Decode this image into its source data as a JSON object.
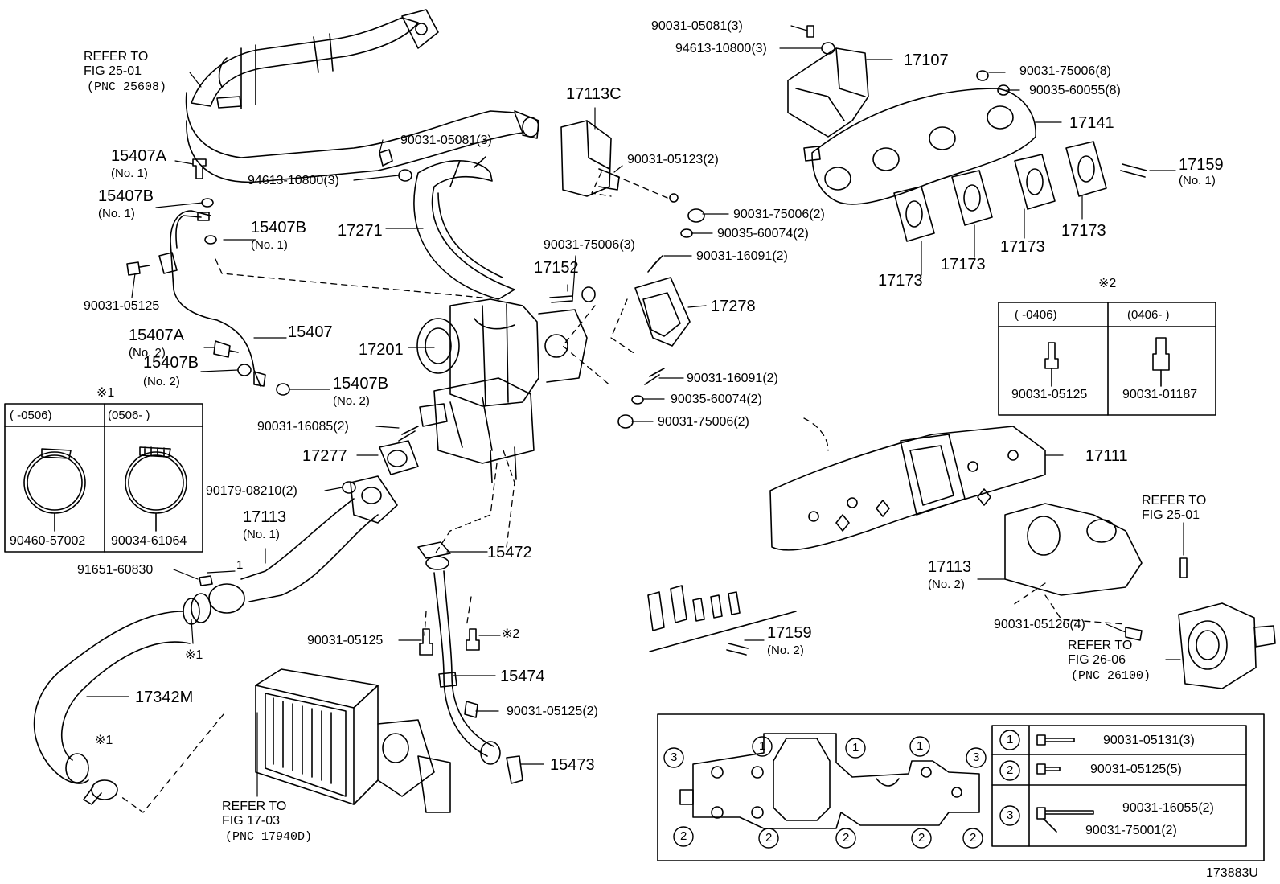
{
  "figure_id": "173883U",
  "callouts": {
    "refer_intake_pipe": "REFER TO",
    "refer_intake_pipe_fig": "FIG 25-01",
    "refer_intake_pipe_pnc": "(PNC 25608)",
    "p15407A_1": "15407A",
    "p15407A_1_sub": "(No. 1)",
    "p15407B_1a": "15407B",
    "p15407B_1a_sub": "(No. 1)",
    "p15407B_1b": "15407B",
    "p15407B_1b_sub": "(No. 1)",
    "p90031_05125_a": "90031-05125",
    "p15407": "15407",
    "p15407A_2": "15407A",
    "p15407A_2_sub": "(No. 2)",
    "p15407B_2a": "15407B",
    "p15407B_2a_sub": "(No. 2)",
    "p15407B_2b": "15407B",
    "p15407B_2b_sub": "(No. 2)",
    "p90031_05081_mid": "90031-05081(3)",
    "p94613_10800_mid": "94613-10800(3)",
    "p17271": "17271",
    "p17113C": "17113C",
    "p90031_05123": "90031-05123(2)",
    "p90031_05081_top": "90031-05081(3)",
    "p94613_10800_top": "94613-10800(3)",
    "p17107": "17107",
    "p90031_75006_8": "90031-75006(8)",
    "p90035_60055": "90035-60055(8)",
    "p17141": "17141",
    "p17159_1": "17159",
    "p17159_1_sub": "(No. 1)",
    "p17173_a": "17173",
    "p17173_b": "17173",
    "p17173_c": "17173",
    "p17173_d": "17173",
    "p90031_75006_2a": "90031-75006(2)",
    "p90035_60074_2a": "90035-60074(2)",
    "p90031_75006_3": "90031-75006(3)",
    "p90031_16091_a": "90031-16091(2)",
    "p17152": "17152",
    "p17278": "17278",
    "p17201": "17201",
    "p90031_16091_b": "90031-16091(2)",
    "p90035_60074_2b": "90035-60074(2)",
    "p90031_75006_2b": "90031-75006(2)",
    "p90031_16085": "90031-16085(2)",
    "p17277": "17277",
    "p90179_08210": "90179-08210(2)",
    "p17113_1": "17113",
    "p17113_1_sub": "(No. 1)",
    "p91651_60830": "91651-60830",
    "p15472": "15472",
    "p17111": "17111",
    "refer_fig2501_b": "REFER TO",
    "refer_fig2501_b_fig": "FIG 25-01",
    "p17113_2": "17113",
    "p17113_2_sub": "(No. 2)",
    "p17159_2": "17159",
    "p17159_2_sub": "(No. 2)",
    "p90031_05126": "90031-05126(4)",
    "refer_throttle": "REFER TO",
    "refer_throttle_fig": "FIG 26-06",
    "refer_throttle_pnc": "(PNC 26100)",
    "p90031_05125_b": "90031-05125",
    "note2_marker_b": "※2",
    "p15474": "15474",
    "p90031_05125_2": "90031-05125(2)",
    "p15473": "15473",
    "p17342M": "17342M",
    "note1_marker_hose_a": "※1",
    "note1_marker_hose_b": "※1",
    "refer_intercooler": "REFER TO",
    "refer_intercooler_fig": "FIG 17-03",
    "refer_intercooler_pnc": "(PNC 17940D)",
    "p1_leader": "1"
  },
  "note1_box": {
    "marker": "※1",
    "col1_header": "(      -0506)",
    "col2_header": "(0506-      )",
    "col1_part": "90460-57002",
    "col2_part": "90034-61064"
  },
  "note2_box": {
    "marker": "※2",
    "col1_header": "(      -0406)",
    "col2_header": "(0406-      )",
    "col1_part": "90031-05125",
    "col2_part": "90031-01187"
  },
  "bolt_legend": {
    "rows": [
      {
        "key": "1",
        "part": "90031-05131(3)"
      },
      {
        "key": "2",
        "part": "90031-05125(5)"
      },
      {
        "key": "3a",
        "part": "90031-16055(2)"
      },
      {
        "key": "3b",
        "part": "90031-75001(2)"
      }
    ],
    "row_keys": [
      "1",
      "2",
      "3"
    ],
    "gasket_markers": [
      "3",
      "1",
      "1",
      "1",
      "3",
      "2",
      "2",
      "2",
      "2",
      "2"
    ]
  }
}
